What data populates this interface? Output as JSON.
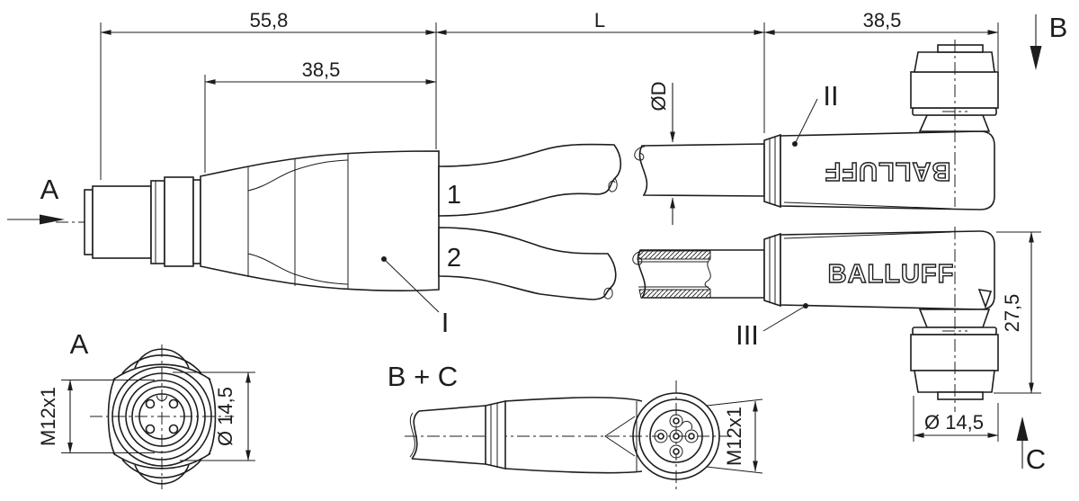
{
  "brand": "BALLUFF",
  "dims": {
    "overall": "55,8",
    "body": "38,5",
    "length": "L",
    "connector": "38,5",
    "cable_dia": "ØD",
    "height": "27,5",
    "nut_dia": "Ø 14,5",
    "thread": "M12x1",
    "flange_dia": "Ø 14,5"
  },
  "labels": {
    "arrow_a": "A",
    "arrow_b": "B",
    "arrow_c": "C",
    "view_a": "A",
    "view_bc": "B + C",
    "part_body": "I",
    "part_conn_top": "II",
    "part_conn_bottom": "III",
    "cable_1": "1",
    "cable_2": "2"
  },
  "colors": {
    "line": "#1d1d1d",
    "background": "#ffffff"
  }
}
